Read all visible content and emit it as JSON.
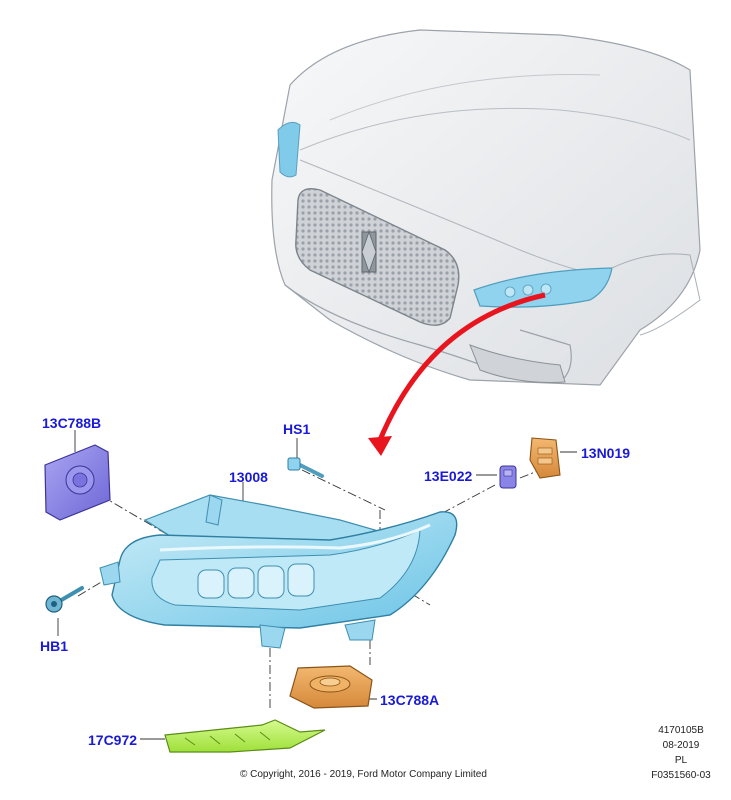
{
  "callouts": {
    "c13C788B": "13C788B",
    "cHS1": "HS1",
    "c13008": "13008",
    "c13E022": "13E022",
    "c13N019": "13N019",
    "cHB1": "HB1",
    "c13C788A": "13C788A",
    "c17C972": "17C972"
  },
  "footer": {
    "copyright": "© Copyright, 2016 - 2019, Ford Motor Company Limited",
    "ref_number": "4170105B",
    "date": "08-2019",
    "lang": "PL",
    "figure_id": "F0351560-03"
  },
  "colors": {
    "callout_text": "#1a1ad6",
    "headlamp": "#8fd3ee",
    "arrow": "#e8141e",
    "control_module": "#e39a4a",
    "bracket": "#b9f25a",
    "cover": "#8a84e6",
    "vehicle": "#eceef0"
  }
}
